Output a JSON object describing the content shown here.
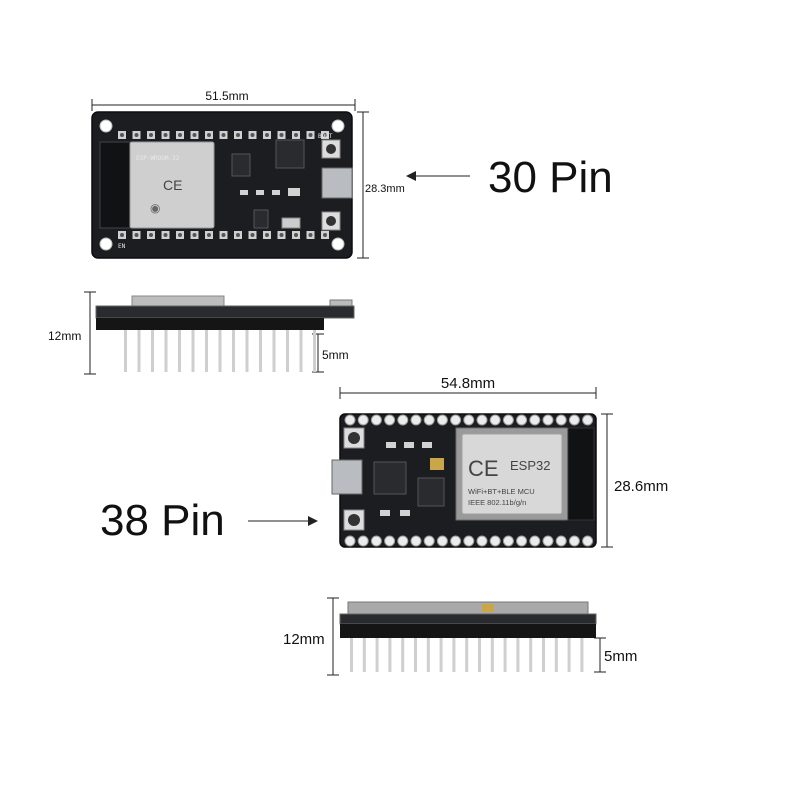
{
  "board_30": {
    "title": "30 Pin",
    "width_dim": "51.5mm",
    "height_dim": "28.3mm",
    "side_height_dim": "12mm",
    "pin_length_dim": "5mm",
    "module_text": "ESP-WROOM-32",
    "button_boot": "BOOT",
    "button_en": "EN"
  },
  "board_38": {
    "title": "38 Pin",
    "width_dim": "54.8mm",
    "height_dim": "28.6mm",
    "side_height_dim": "12mm",
    "pin_length_dim": "5mm",
    "module_brand": "ESP32",
    "module_line1": "WiFi+BT+BLE MCU",
    "module_line2": "IEEE 802.11b/g/n"
  }
}
